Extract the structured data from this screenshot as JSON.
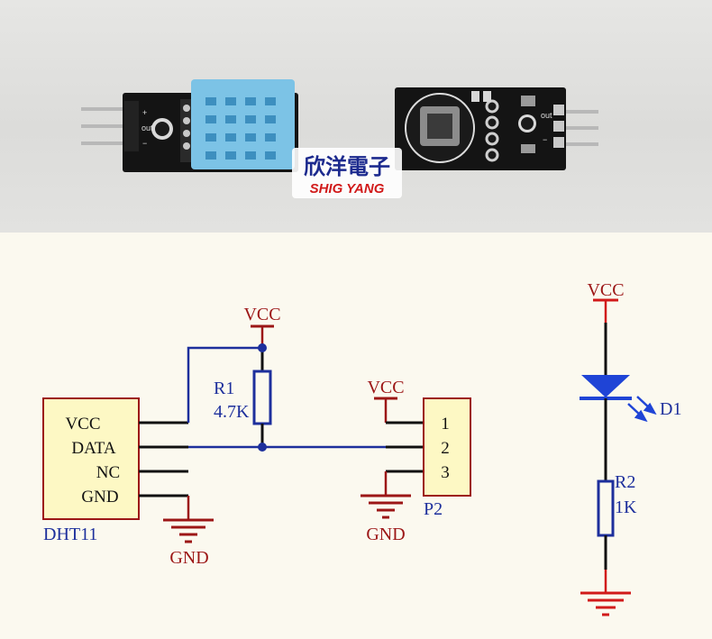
{
  "brand": {
    "chinese": "欣洋電子",
    "english": "SHIG YANG"
  },
  "module_left": {
    "pin_labels": [
      "+",
      "out",
      "−"
    ]
  },
  "module_right": {
    "pin_labels": [
      "out",
      "−"
    ]
  },
  "dht11": {
    "name": "DHT11",
    "pins": [
      "VCC",
      "DATA",
      "NC",
      "GND"
    ]
  },
  "resistor_r1": {
    "ref": "R1",
    "value": "4.7K"
  },
  "header_p2": {
    "ref": "P2",
    "pins": [
      "1",
      "2",
      "3"
    ]
  },
  "led_d1": {
    "ref": "D1"
  },
  "resistor_r2": {
    "ref": "R2",
    "value": "1K"
  },
  "power": {
    "vcc": "VCC",
    "gnd": "GND"
  },
  "colors": {
    "wire": "#1d2f9c",
    "power": "#9c1616",
    "component_fill": "#fdf8c4",
    "led": "#1f44d6"
  }
}
